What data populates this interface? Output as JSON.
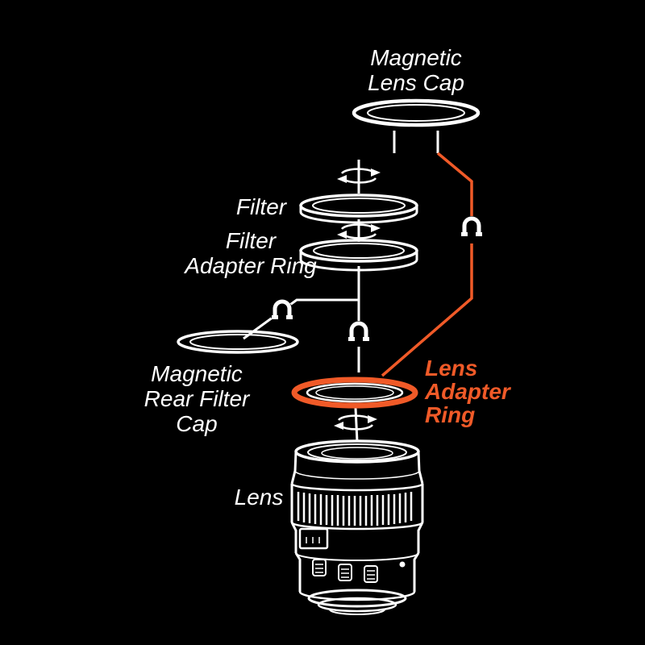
{
  "diagram": {
    "background_color": "#000000",
    "line_color": "#ffffff",
    "accent_color": "#f05a28",
    "labels": {
      "magnetic_lens_cap": {
        "lines": [
          "Magnetic",
          "Lens Cap"
        ],
        "color": "#ffffff"
      },
      "filter": {
        "lines": [
          "Filter"
        ],
        "color": "#ffffff"
      },
      "filter_adapter_ring": {
        "lines": [
          "Filter",
          "Adapter Ring"
        ],
        "color": "#ffffff"
      },
      "magnetic_rear_filter_cap": {
        "lines": [
          "Magnetic",
          "Rear Filter",
          "Cap"
        ],
        "color": "#ffffff"
      },
      "lens_adapter_ring": {
        "lines": [
          "Lens",
          "Adapter",
          "Ring"
        ],
        "color": "#f05a28"
      },
      "lens": {
        "lines": [
          "Lens"
        ],
        "color": "#ffffff"
      }
    },
    "icons": {
      "magnet": "horseshoe-magnet",
      "rotation": "twist-rotation-arrows"
    }
  }
}
